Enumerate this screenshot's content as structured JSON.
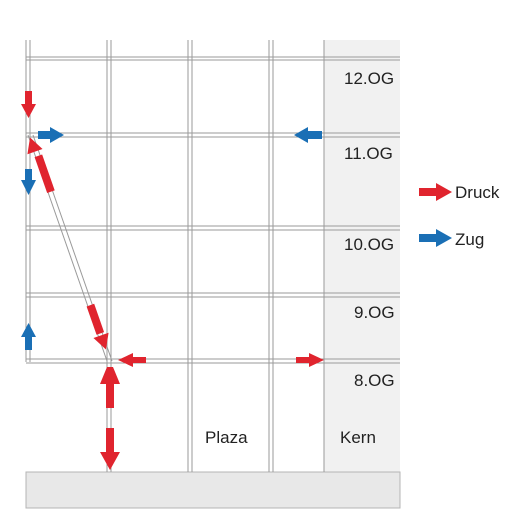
{
  "floors": [
    "12.OG",
    "11.OG",
    "10.OG",
    "9.OG",
    "8.OG"
  ],
  "areas": {
    "plaza": "Plaza",
    "core": "Kern"
  },
  "legend": [
    {
      "label": "Druck",
      "color": "#e0242e"
    },
    {
      "label": "Zug",
      "color": "#1a6fb5"
    }
  ],
  "colors": {
    "compression": "#e0242e",
    "tension": "#1a6fb5",
    "structure": "#9a9a9a",
    "core_fill": "#f1f1f1",
    "ground_fill": "#e8e8e8"
  }
}
